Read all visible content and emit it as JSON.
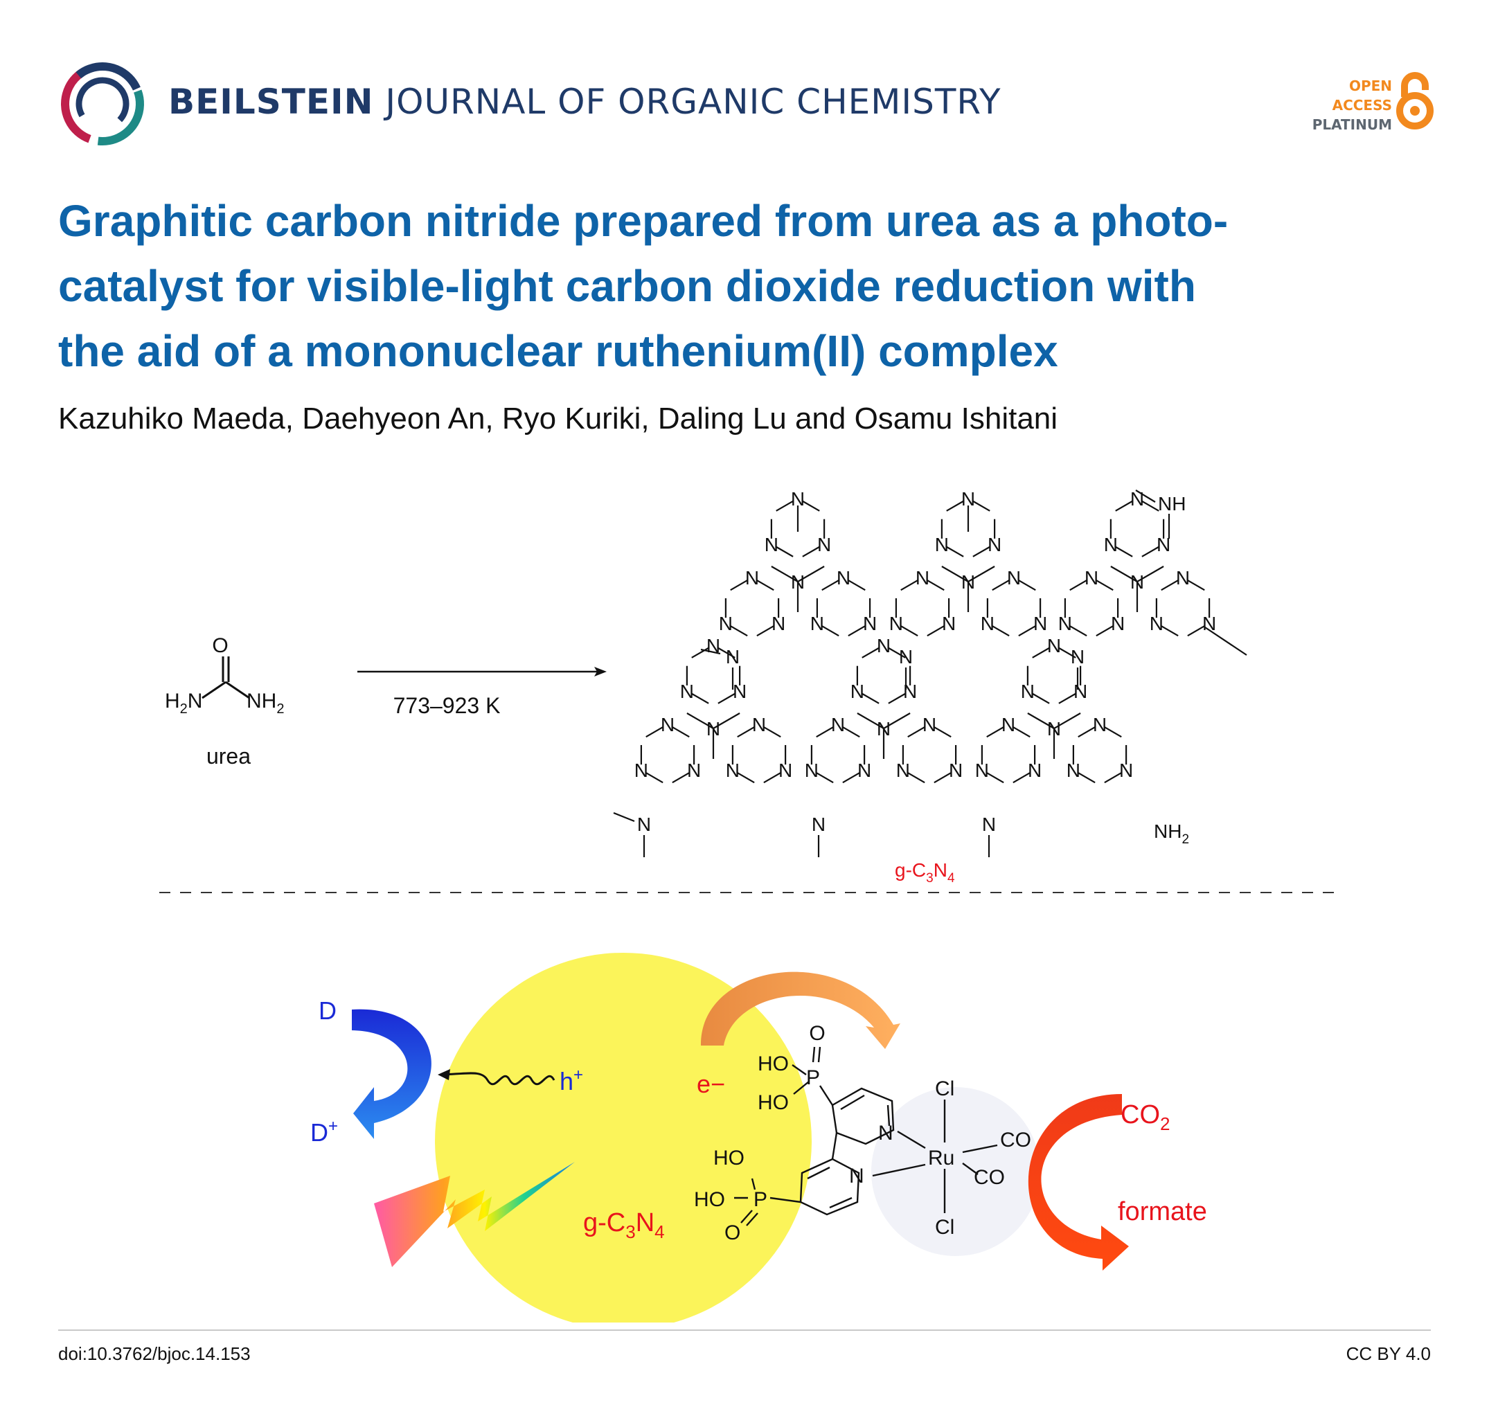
{
  "header": {
    "journal_bold": "BEILSTEIN",
    "journal_rest": "JOURNAL OF ORGANIC CHEMISTRY",
    "open_access": [
      "OPEN",
      "ACCESS",
      "PLATINUM"
    ]
  },
  "article": {
    "title_lines": [
      "Graphitic carbon nitride prepared from urea as a photo-",
      "catalyst for visible-light carbon dioxide reduction with",
      "the aid of a mononuclear ruthenium(II) complex"
    ],
    "authors": "Kazuhiko Maeda, Daehyeon An, Ryo Kuriki, Daling Lu and Osamu Ishitani"
  },
  "scheme": {
    "reactant_label": "urea",
    "conditions": "773–923 K",
    "product_label": "g-C3N4",
    "urea_atoms": {
      "o": "O",
      "left": "H2N",
      "right": "NH2"
    },
    "terminal_groups": {
      "nh": "NH",
      "nh2": "NH2"
    }
  },
  "diagram": {
    "donor": "D",
    "donor_oxidized": "D+",
    "hole": "h+",
    "electron": "e−",
    "catalyst_label": "g-C3N4",
    "co2": "CO2",
    "product": "formate",
    "complex": {
      "metal": "Ru",
      "cl_top": "Cl",
      "cl_bottom": "Cl",
      "co_1": "CO",
      "co_2": "CO",
      "n_1": "N",
      "n_2": "N",
      "p_1": "P",
      "p_2": "P",
      "ho_1": "HO",
      "ho_2": "HO",
      "ho_3": "HO",
      "ho_4": "HO",
      "o_1": "O",
      "o_2": "O"
    }
  },
  "footer": {
    "doi": "doi:10.3762/bjoc.14.153",
    "license": "CC BY 4.0"
  },
  "colors": {
    "title": "#0e63a8",
    "journal": "#1f3a68",
    "oa_orange": "#f2891e",
    "red_label": "#e8141c",
    "blue_label": "#1a2ad6",
    "yellow_circle": "#fbf45a"
  }
}
